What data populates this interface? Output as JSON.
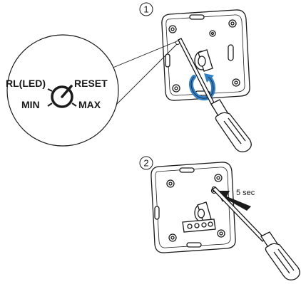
{
  "steps": {
    "one": {
      "marker": "①"
    },
    "two": {
      "marker": "②"
    }
  },
  "dial": {
    "label_top_left": "RL(LED)",
    "label_top_right": "RESET",
    "label_bottom_left": "MIN",
    "label_bottom_right": "MAX"
  },
  "press": {
    "duration_label": "5 sec"
  },
  "colors": {
    "line": "#1a1a1a",
    "accent_blue": "#2e7fc7",
    "background": "#ffffff"
  }
}
